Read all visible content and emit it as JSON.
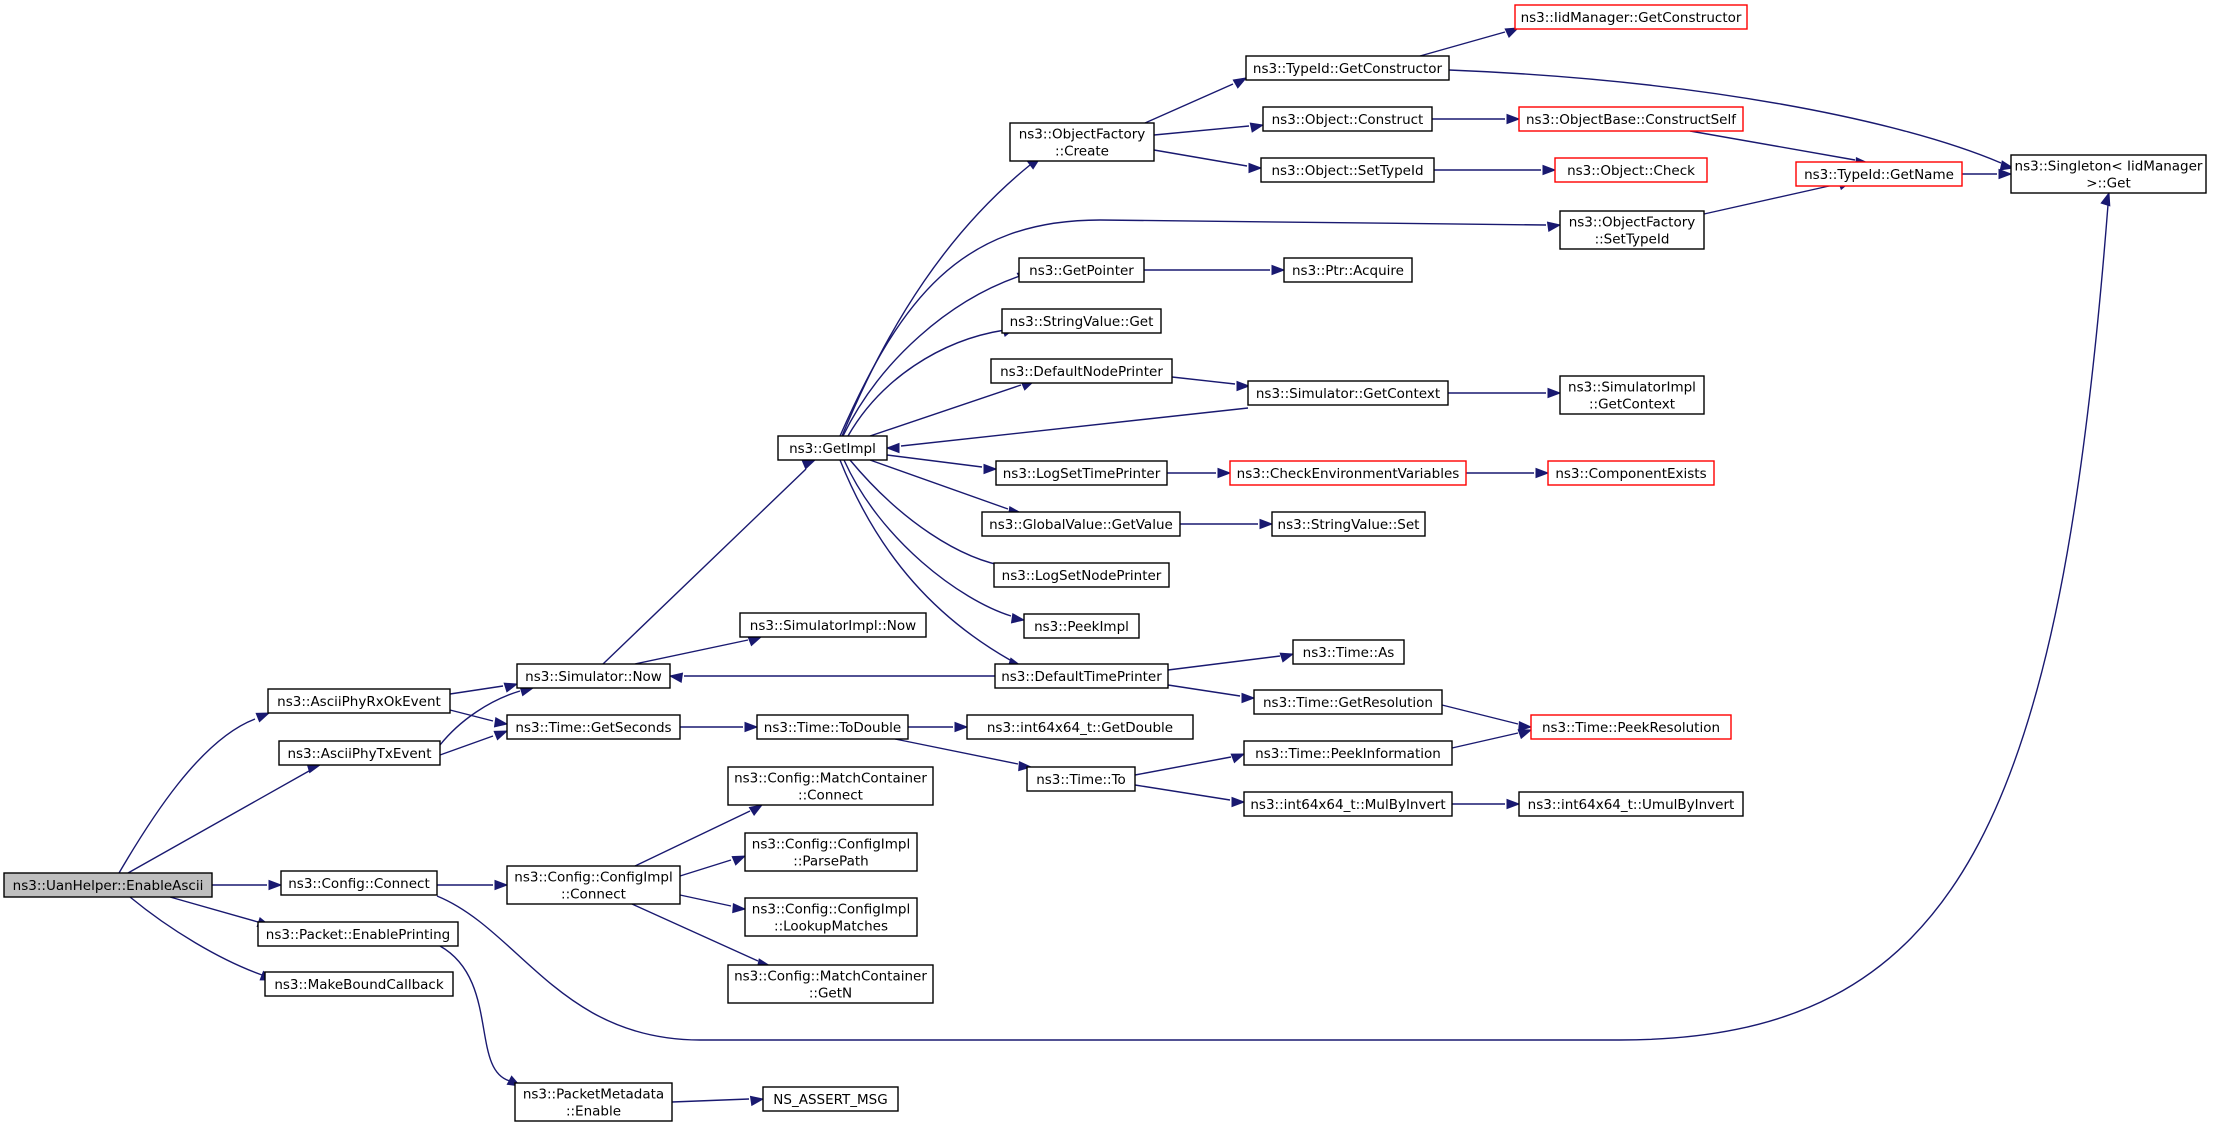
{
  "colors": {
    "edge": "#191970",
    "normal_border": "#000000",
    "truncated_border": "#ff0000",
    "root_fill": "#bfbfbf"
  },
  "nodes": {
    "enable_ascii": {
      "lines": [
        "ns3::UanHelper::EnableAscii"
      ],
      "style": "root"
    },
    "ascii_rx_ok": {
      "lines": [
        "ns3::AsciiPhyRxOkEvent"
      ]
    },
    "ascii_tx": {
      "lines": [
        "ns3::AsciiPhyTxEvent"
      ]
    },
    "config_connect": {
      "lines": [
        "ns3::Config::Connect"
      ]
    },
    "packet_enable_printing": {
      "lines": [
        "ns3::Packet::EnablePrinting"
      ]
    },
    "make_bound_callback": {
      "lines": [
        "ns3::MakeBoundCallback"
      ]
    },
    "simulator_now": {
      "lines": [
        "ns3::Simulator::Now"
      ]
    },
    "time_get_seconds": {
      "lines": [
        "ns3::Time::GetSeconds"
      ]
    },
    "configimpl_connect": {
      "lines": [
        "ns3::Config::ConfigImpl",
        "::Connect"
      ]
    },
    "packetmetadata_enable": {
      "lines": [
        "ns3::PacketMetadata",
        "::Enable"
      ]
    },
    "get_impl": {
      "lines": [
        "ns3::GetImpl"
      ]
    },
    "simulatorimpl_now": {
      "lines": [
        "ns3::SimulatorImpl::Now"
      ]
    },
    "time_to_double": {
      "lines": [
        "ns3::Time::ToDouble"
      ]
    },
    "matchcontainer_connect": {
      "lines": [
        "ns3::Config::MatchContainer",
        "::Connect"
      ]
    },
    "configimpl_parsepath": {
      "lines": [
        "ns3::Config::ConfigImpl",
        "::ParsePath"
      ]
    },
    "configimpl_lookupmatches": {
      "lines": [
        "ns3::Config::ConfigImpl",
        "::LookupMatches"
      ]
    },
    "matchcontainer_getn": {
      "lines": [
        "ns3::Config::MatchContainer",
        "::GetN"
      ]
    },
    "ns_assert_msg": {
      "lines": [
        "NS_ASSERT_MSG"
      ]
    },
    "objectfactory_create": {
      "lines": [
        "ns3::ObjectFactory",
        "::Create"
      ]
    },
    "get_pointer": {
      "lines": [
        "ns3::GetPointer"
      ]
    },
    "stringvalue_get": {
      "lines": [
        "ns3::StringValue::Get"
      ]
    },
    "default_node_printer": {
      "lines": [
        "ns3::DefaultNodePrinter"
      ]
    },
    "log_set_time_printer": {
      "lines": [
        "ns3::LogSetTimePrinter"
      ]
    },
    "globalvalue_getvalue": {
      "lines": [
        "ns3::GlobalValue::GetValue"
      ]
    },
    "log_set_node_printer": {
      "lines": [
        "ns3::LogSetNodePrinter"
      ]
    },
    "peek_impl": {
      "lines": [
        "ns3::PeekImpl"
      ]
    },
    "default_time_printer": {
      "lines": [
        "ns3::DefaultTimePrinter"
      ]
    },
    "int64_getdouble": {
      "lines": [
        "ns3::int64x64_t::GetDouble"
      ]
    },
    "time_to": {
      "lines": [
        "ns3::Time::To"
      ]
    },
    "typeid_getconstructor": {
      "lines": [
        "ns3::TypeId::GetConstructor"
      ]
    },
    "object_construct": {
      "lines": [
        "ns3::Object::Construct"
      ]
    },
    "object_settypeid": {
      "lines": [
        "ns3::Object::SetTypeId"
      ]
    },
    "objectfactory_settypeid": {
      "lines": [
        "ns3::ObjectFactory",
        "::SetTypeId"
      ]
    },
    "ptr_acquire": {
      "lines": [
        "ns3::Ptr::Acquire"
      ]
    },
    "simulator_getcontext": {
      "lines": [
        "ns3::Simulator::GetContext"
      ]
    },
    "check_env_vars": {
      "lines": [
        "ns3::CheckEnvironmentVariables"
      ],
      "style": "red"
    },
    "stringvalue_set": {
      "lines": [
        "ns3::StringValue::Set"
      ]
    },
    "time_as": {
      "lines": [
        "ns3::Time::As"
      ]
    },
    "time_getresolution": {
      "lines": [
        "ns3::Time::GetResolution"
      ]
    },
    "time_peekinformation": {
      "lines": [
        "ns3::Time::PeekInformation"
      ]
    },
    "int64_mulbyinvert": {
      "lines": [
        "ns3::int64x64_t::MulByInvert"
      ]
    },
    "iidmanager_getconstructor": {
      "lines": [
        "ns3::IidManager::GetConstructor"
      ],
      "style": "red"
    },
    "objectbase_constructself": {
      "lines": [
        "ns3::ObjectBase::ConstructSelf"
      ],
      "style": "red"
    },
    "object_check": {
      "lines": [
        "ns3::Object::Check"
      ],
      "style": "red"
    },
    "simulatorimpl_getcontext": {
      "lines": [
        "ns3::SimulatorImpl",
        "::GetContext"
      ]
    },
    "component_exists": {
      "lines": [
        "ns3::ComponentExists"
      ],
      "style": "red"
    },
    "time_peekresolution": {
      "lines": [
        "ns3::Time::PeekResolution"
      ],
      "style": "red"
    },
    "int64_umulbyinvert": {
      "lines": [
        "ns3::int64x64_t::UmulByInvert"
      ]
    },
    "typeid_getname": {
      "lines": [
        "ns3::TypeId::GetName"
      ],
      "style": "red"
    },
    "singleton_get": {
      "lines": [
        "ns3::Singleton< IidManager",
        " >::Get"
      ]
    }
  }
}
